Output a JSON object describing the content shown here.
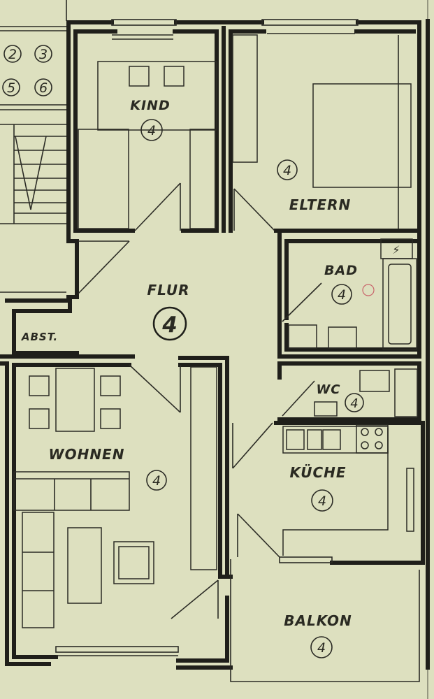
{
  "rooms": {
    "kind": {
      "label": "KIND",
      "number": "4"
    },
    "eltern": {
      "label": "ELTERN",
      "number": "4"
    },
    "flur": {
      "label": "FLUR",
      "number": "4"
    },
    "bad": {
      "label": "BAD",
      "number": "4"
    },
    "abst": {
      "label": "ABST."
    },
    "wc": {
      "label": "WC",
      "number": "4"
    },
    "wohnen": {
      "label": "WOHNEN",
      "number": "4"
    },
    "kueche": {
      "label": "KÜCHE",
      "number": "4"
    },
    "balkon": {
      "label": "BALKON",
      "number": "4"
    }
  },
  "stair_marks": [
    "2",
    "3",
    "5",
    "6"
  ]
}
